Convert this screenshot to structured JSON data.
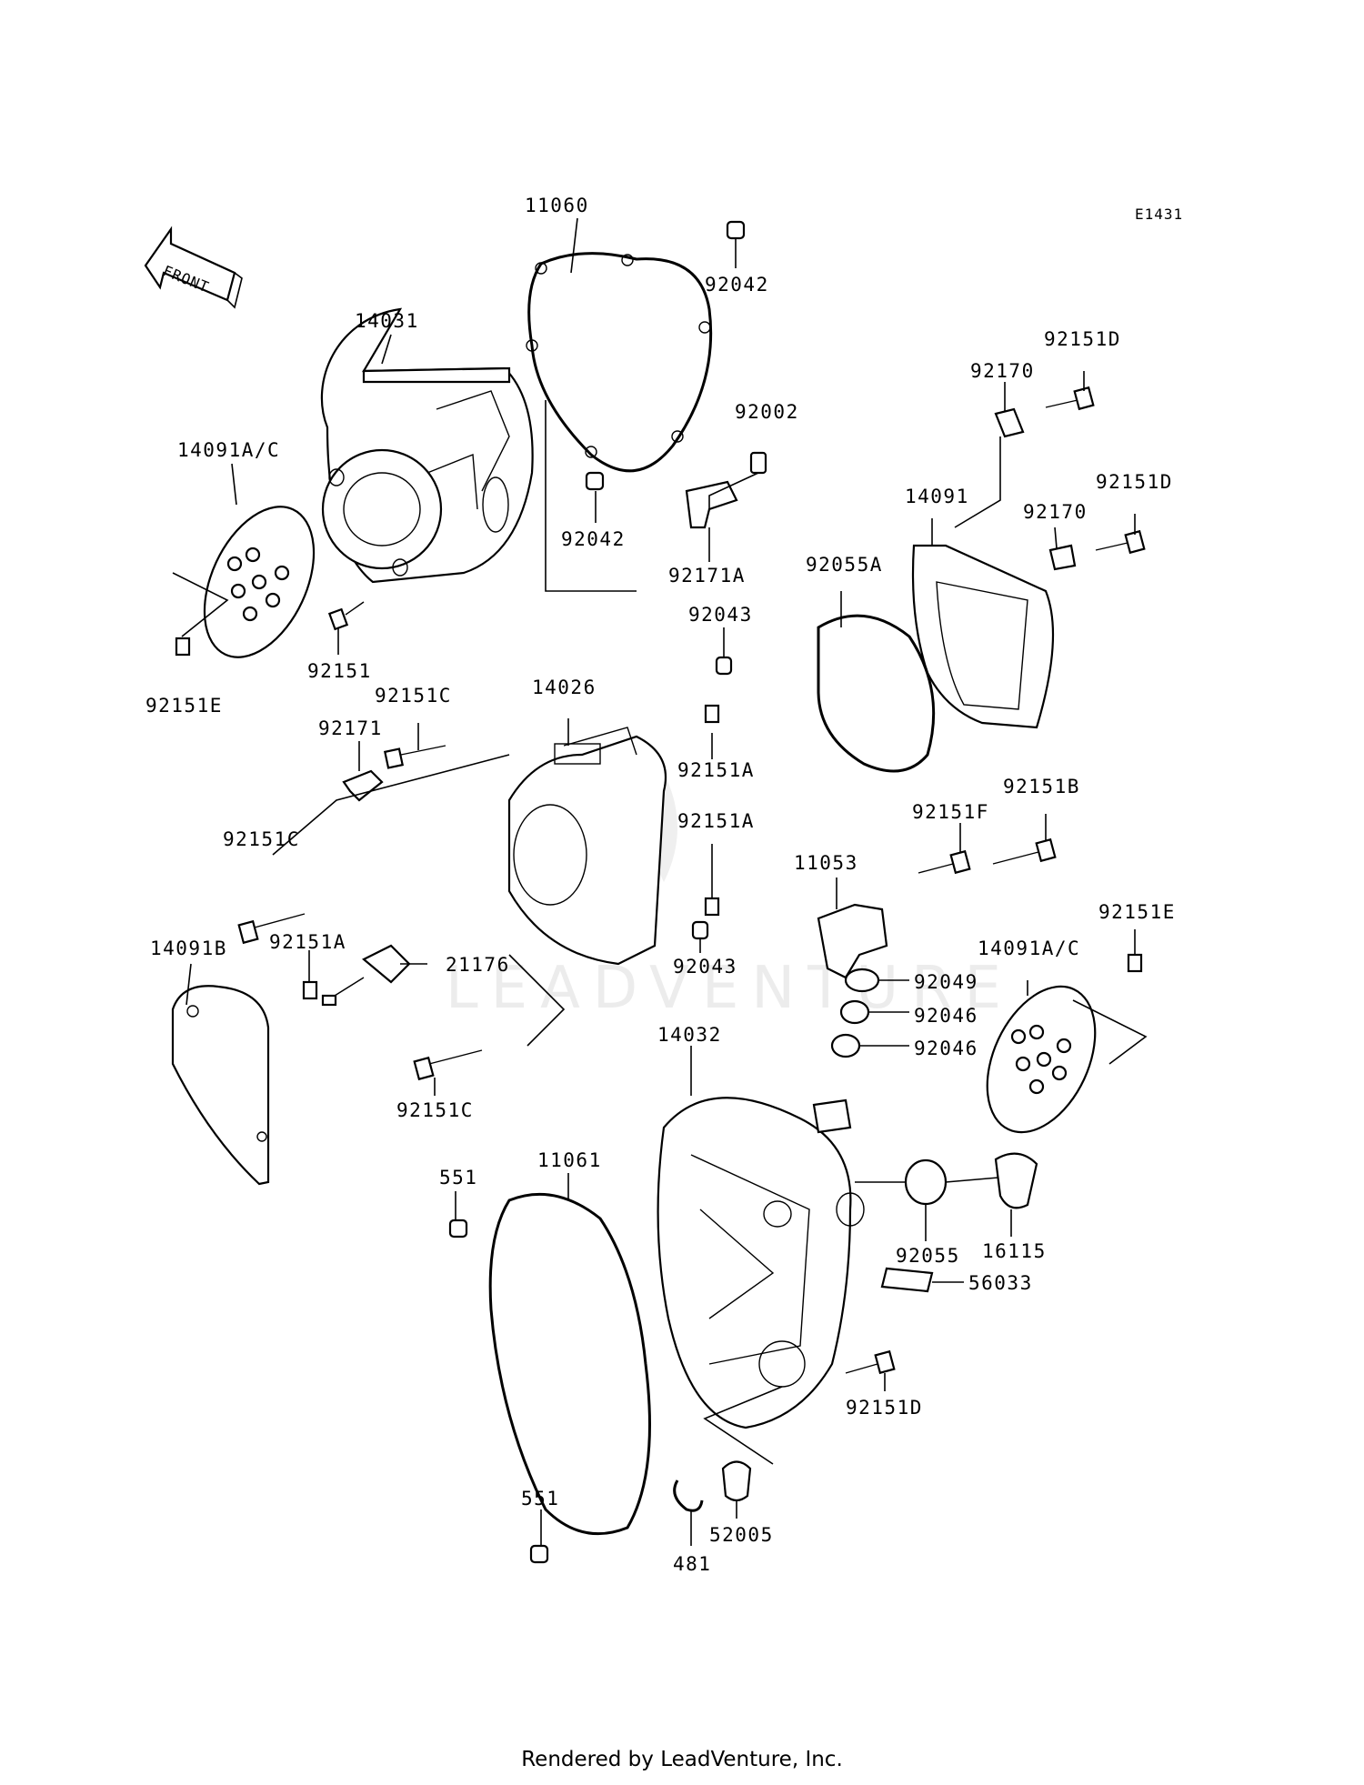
{
  "diagram": {
    "code": "E1431",
    "front_label": "FRONT",
    "watermark": "LEADVENTURE",
    "labels": [
      {
        "id": "p11060",
        "text": "11060"
      },
      {
        "id": "p92042a",
        "text": "92042"
      },
      {
        "id": "p14031",
        "text": "14031"
      },
      {
        "id": "p14091ac_l",
        "text": "14091A/C"
      },
      {
        "id": "p92042b",
        "text": "92042"
      },
      {
        "id": "p92002",
        "text": "92002"
      },
      {
        "id": "p92171a",
        "text": "92171A"
      },
      {
        "id": "p92151",
        "text": "92151"
      },
      {
        "id": "p92151e_l",
        "text": "92151E"
      },
      {
        "id": "p92151d_a",
        "text": "92151D"
      },
      {
        "id": "p92170_a",
        "text": "92170"
      },
      {
        "id": "p14091",
        "text": "14091"
      },
      {
        "id": "p92151d_b",
        "text": "92151D"
      },
      {
        "id": "p92170_b",
        "text": "92170"
      },
      {
        "id": "p92055a",
        "text": "92055A"
      },
      {
        "id": "p92043a",
        "text": "92043"
      },
      {
        "id": "p14026",
        "text": "14026"
      },
      {
        "id": "p92151c_a",
        "text": "92151C"
      },
      {
        "id": "p92171",
        "text": "92171"
      },
      {
        "id": "p92151a_a",
        "text": "92151A"
      },
      {
        "id": "p92151a_b",
        "text": "92151A"
      },
      {
        "id": "p92151c_b",
        "text": "92151C"
      },
      {
        "id": "p92151a_c",
        "text": "92151A"
      },
      {
        "id": "p21176",
        "text": "21176"
      },
      {
        "id": "p92043b",
        "text": "92043"
      },
      {
        "id": "p14091b",
        "text": "14091B"
      },
      {
        "id": "p92151c_c",
        "text": "92151C"
      },
      {
        "id": "p92151f",
        "text": "92151F"
      },
      {
        "id": "p92151b",
        "text": "92151B"
      },
      {
        "id": "p11053",
        "text": "11053"
      },
      {
        "id": "p92151e_r",
        "text": "92151E"
      },
      {
        "id": "p14091ac_r",
        "text": "14091A/C"
      },
      {
        "id": "p92049",
        "text": "92049"
      },
      {
        "id": "p92046a",
        "text": "92046"
      },
      {
        "id": "p92046b",
        "text": "92046"
      },
      {
        "id": "p14032",
        "text": "14032"
      },
      {
        "id": "p551a",
        "text": "551"
      },
      {
        "id": "p11061",
        "text": "11061"
      },
      {
        "id": "p92055",
        "text": "92055"
      },
      {
        "id": "p16115",
        "text": "16115"
      },
      {
        "id": "p56033",
        "text": "56033"
      },
      {
        "id": "p92151d_c",
        "text": "92151D"
      },
      {
        "id": "p551b",
        "text": "551"
      },
      {
        "id": "p52005",
        "text": "52005"
      },
      {
        "id": "p481",
        "text": "481"
      }
    ]
  },
  "footer": {
    "text": "Rendered by LeadVenture, Inc."
  }
}
